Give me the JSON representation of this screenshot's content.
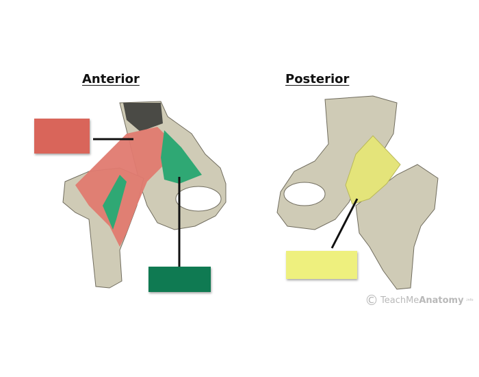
{
  "titles": {
    "anterior": "Anterior",
    "posterior": "Posterior"
  },
  "label_boxes": [
    {
      "id": "anterior-red",
      "color": "#d9655a"
    },
    {
      "id": "anterior-green",
      "color": "#0f7a52"
    },
    {
      "id": "posterior-yellow",
      "color": "#eef07e"
    }
  ],
  "colors": {
    "bone": "#cfcbb6",
    "bone_dark": "#8a8675",
    "muscle_red": "#e07a70",
    "muscle_green": "#2fa874",
    "muscle_yellow": "#e4e47a",
    "leader_line": "#111111"
  },
  "watermark": {
    "brand_light": "TeachMe",
    "brand_bold": "Anatomy",
    "suffix": ".info"
  }
}
